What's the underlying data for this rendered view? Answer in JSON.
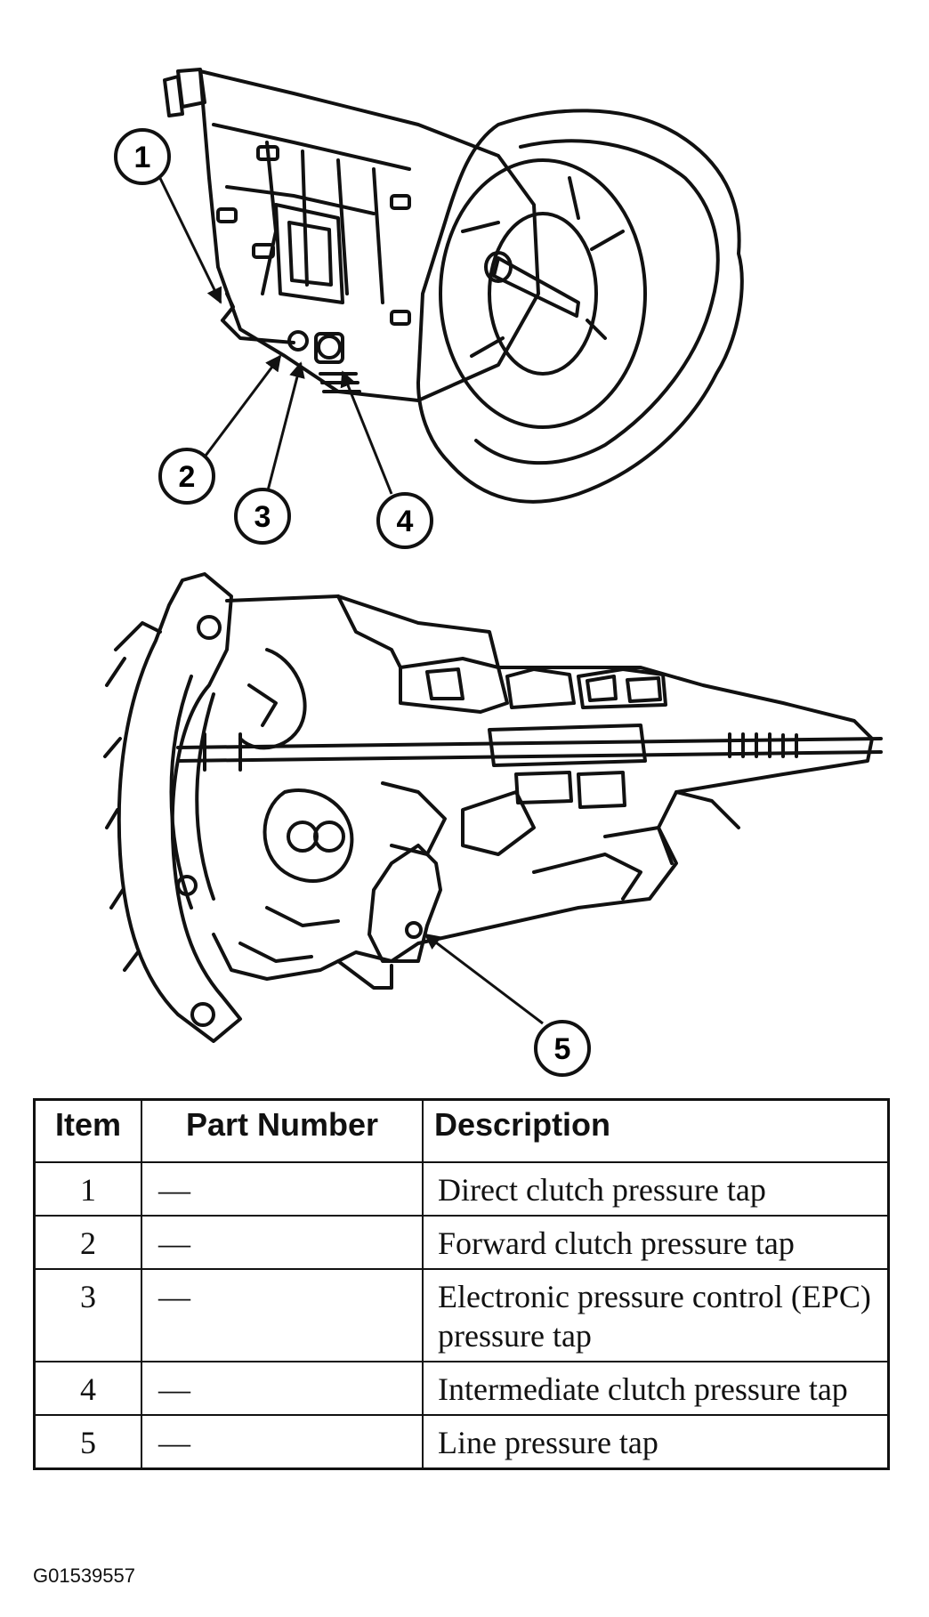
{
  "callouts": [
    "1",
    "2",
    "3",
    "4",
    "5"
  ],
  "table": {
    "headers": {
      "item": "Item",
      "part": "Part Number",
      "description": "Description"
    },
    "rows": [
      {
        "item": "1",
        "part": "—",
        "description": "Direct clutch pressure tap"
      },
      {
        "item": "2",
        "part": "—",
        "description": "Forward clutch pressure tap"
      },
      {
        "item": "3",
        "part": "—",
        "description": "Electronic pressure control (EPC) pressure tap"
      },
      {
        "item": "4",
        "part": "—",
        "description": "Intermediate clutch pressure tap"
      },
      {
        "item": "5",
        "part": "—",
        "description": "Line pressure tap"
      }
    ]
  },
  "figure_id": "G01539557"
}
